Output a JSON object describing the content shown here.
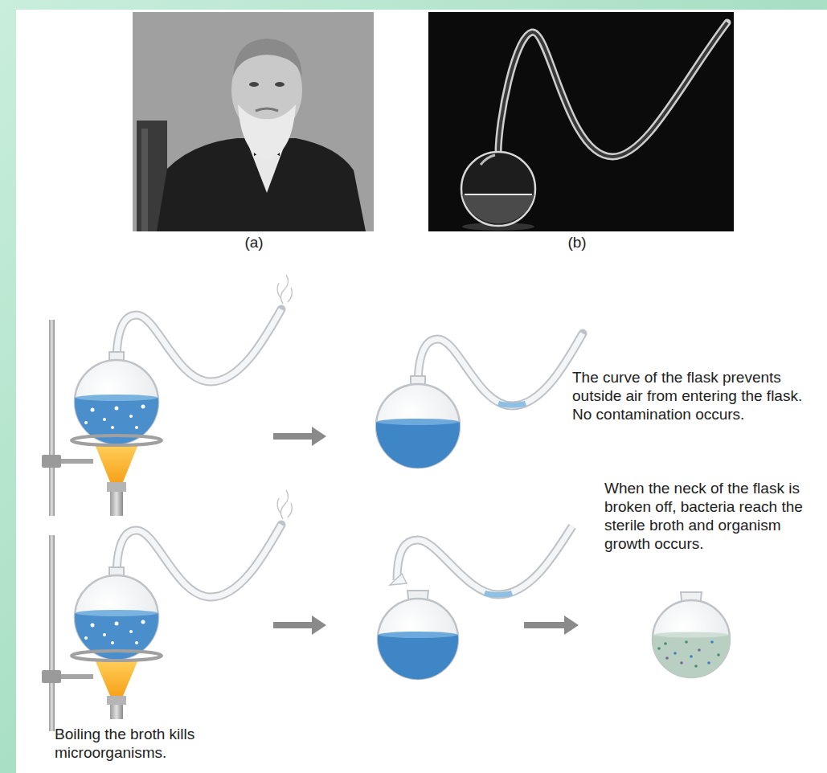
{
  "diagram": {
    "labels": [
      "(a)",
      "(b)",
      "The curve of the flask prevents outside air from entering the flask. No contamination occurs.",
      "When the neck of the flask is broken off, bacteria reach the sterile broth and organism growth occurs.",
      "Boiling the broth kills microorganisms."
    ]
  }
}
